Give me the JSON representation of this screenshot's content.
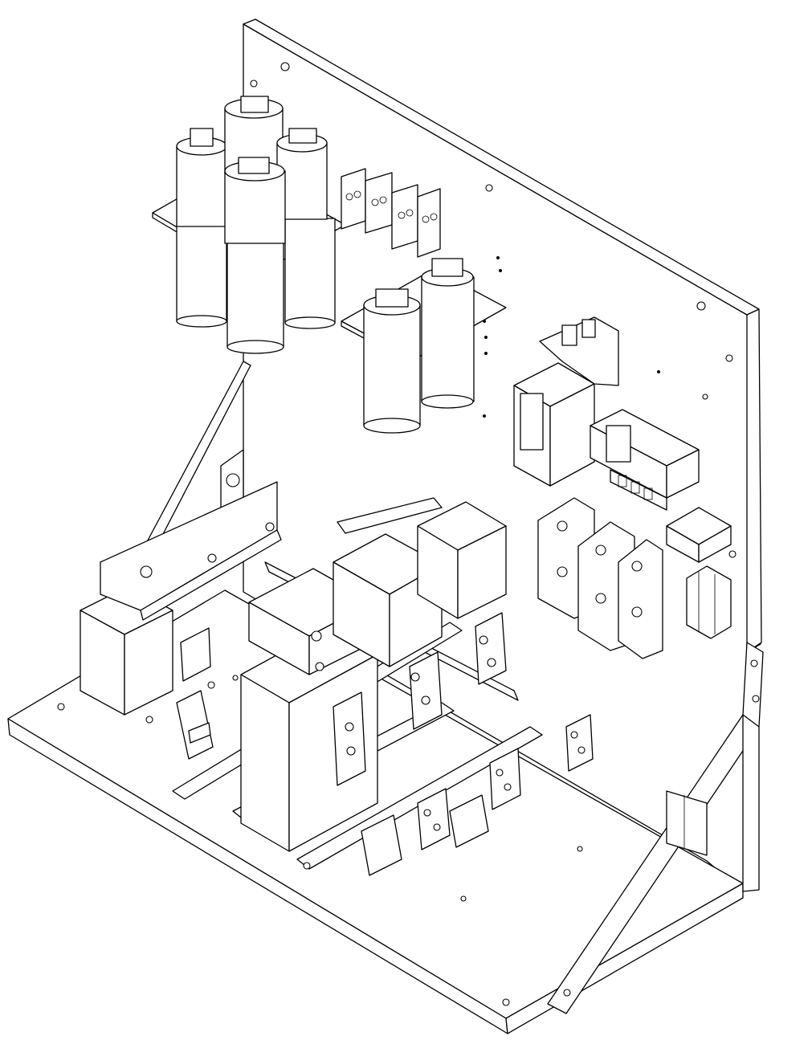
{
  "drawing": {
    "background_color": "#ffffff",
    "line_color": "#000000",
    "components": [
      "back-panel",
      "base-plate",
      "side-brace",
      "capacitor-bank-4",
      "capacitor-bank-2",
      "terminal-blocks",
      "contactor",
      "control-transformer",
      "fuse-holders",
      "relay",
      "breaker",
      "reactor-1",
      "reactor-2",
      "reactor-3",
      "reactor-4",
      "din-rail",
      "lug-terminals"
    ]
  }
}
